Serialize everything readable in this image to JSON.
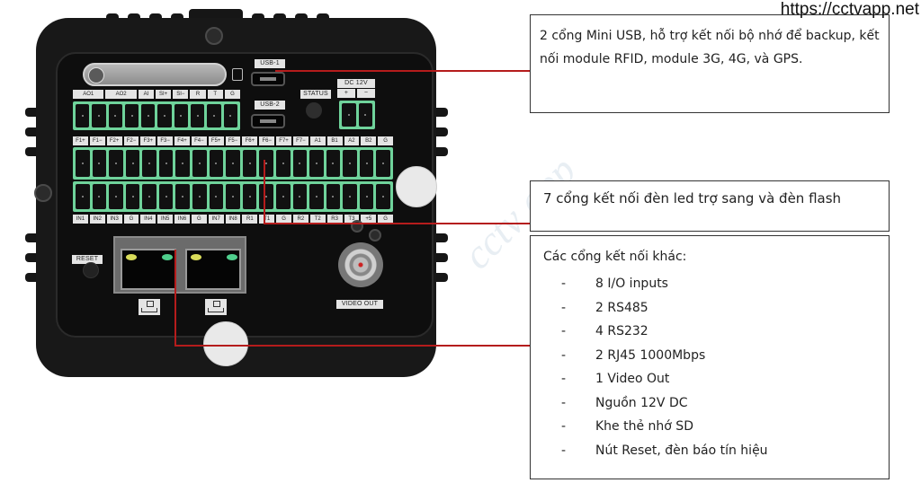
{
  "watermark_url": "https://cctvapp.net",
  "watermark_text": "cctv app",
  "device": {
    "sd_label": "",
    "usb1_label": "USB-1",
    "usb2_label": "USB-2",
    "status_label": "STATUS",
    "dc_label": "DC 12V",
    "dc_plus": "+",
    "dc_minus": "−",
    "reset_label": "RESET",
    "video_out_label": "VIDEO OUT",
    "top_terminal_labels": [
      "AO1",
      "AO2",
      "AI",
      "SI+",
      "SI−",
      "R",
      "T",
      "G"
    ],
    "middle_terminal_labels": [
      "F1+",
      "F1−",
      "F2+",
      "F2−",
      "F3+",
      "F3−",
      "F4+",
      "F4−",
      "F5+",
      "F5−",
      "F6+",
      "F6−",
      "F7+",
      "F7−",
      "A1",
      "B1",
      "A2",
      "B2",
      "G"
    ],
    "bottom_terminal_labels": [
      "IN1",
      "IN2",
      "IN3",
      "G",
      "IN4",
      "IN5",
      "IN6",
      "G",
      "IN7",
      "IN8",
      "R1",
      "T1",
      "G",
      "R2",
      "T2",
      "R3",
      "T3",
      "+5",
      "G"
    ]
  },
  "callouts": {
    "usb": "2 cổng Mini USB, hỗ trợ kết nối bộ nhớ để backup, kết nối module RFID, module 3G, 4G, và GPS.",
    "flash": "7 cổng kết nối đèn led trợ sang và đèn flash",
    "other_title": "Các cổng kết nối khác:",
    "other_items": [
      {
        "dash": "-",
        "text": "8 I/O inputs"
      },
      {
        "dash": "-",
        "text": "2 RS485"
      },
      {
        "dash": "-",
        "text": "4 RS232"
      },
      {
        "dash": "-",
        "text": "2 RJ45 1000Mbps"
      },
      {
        "dash": "-",
        "text": "1 Video Out"
      },
      {
        "dash": "-",
        "text": "Nguồn 12V DC"
      },
      {
        "dash": "-",
        "text": "Khe thẻ nhớ SD"
      },
      {
        "dash": "-",
        "text": "Nút Reset, đèn báo tín hiệu"
      }
    ]
  },
  "colors": {
    "leader_line": "#b51c1c",
    "terminal_green": "#6fd39b",
    "body": "#181818"
  }
}
